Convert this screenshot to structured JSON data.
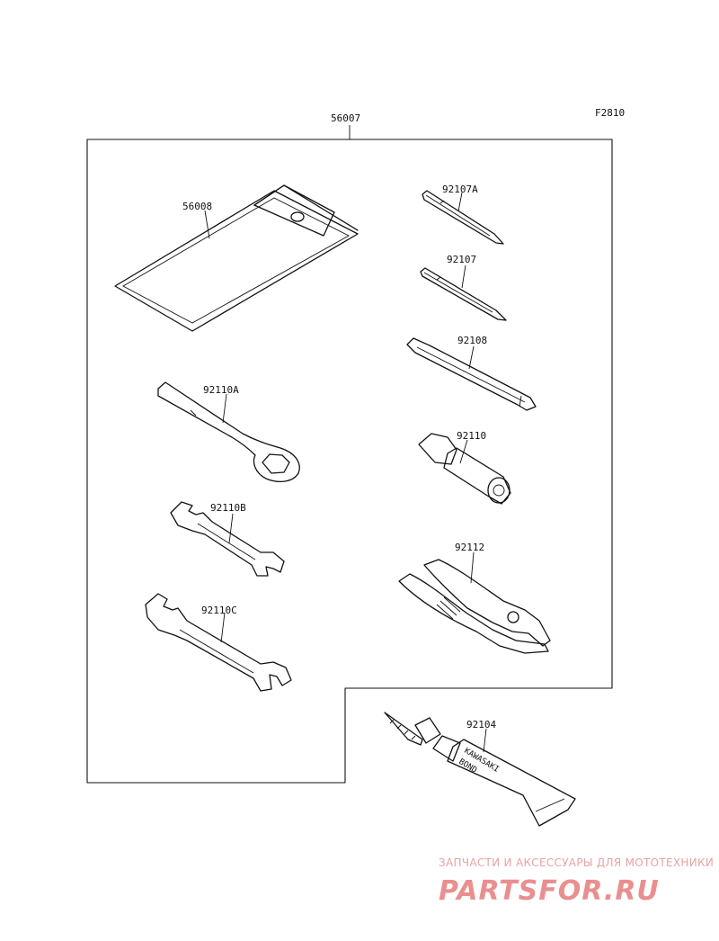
{
  "figure_code": "F2810",
  "kit_number": "56007",
  "parts": [
    {
      "id": "bag",
      "number": "56008"
    },
    {
      "id": "screwdriver-bit-a",
      "number": "92107A"
    },
    {
      "id": "screwdriver-bit",
      "number": "92107"
    },
    {
      "id": "spanner-handle",
      "number": "92108"
    },
    {
      "id": "ring-wrench",
      "number": "92110A"
    },
    {
      "id": "socket-wrench",
      "number": "92110"
    },
    {
      "id": "open-wrench-b",
      "number": "92110B"
    },
    {
      "id": "pliers",
      "number": "92112"
    },
    {
      "id": "open-wrench-c",
      "number": "92110C"
    },
    {
      "id": "bond-tube",
      "number": "92104"
    }
  ],
  "tube_print": [
    "KAWASAKI",
    "BOND"
  ],
  "watermark": {
    "tagline": "ЗАПЧАСТИ И АКСЕССУАРЫ ДЛЯ МОТОТЕХНИКИ",
    "brand": "PARTSFOR.RU"
  }
}
